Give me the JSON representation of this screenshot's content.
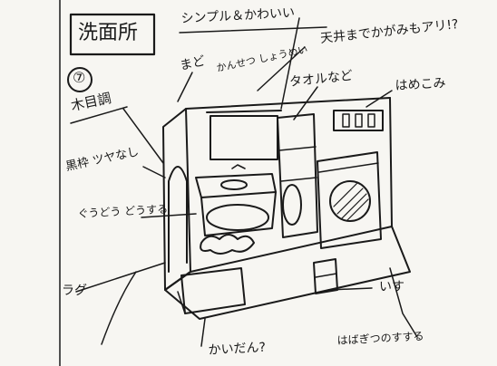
{
  "title": "洗面所",
  "concept": "シンプル＆かわいい",
  "option_label": "⑦",
  "notes": {
    "wood_grain": "木目調",
    "also": "まど",
    "mirror": "かんせつ しょうめい",
    "ceiling": "天井までかがみもアリ!?",
    "towel": "タオルなど",
    "inset": "はめこみ",
    "frame": "黒枠 ツヤなし",
    "basin": "ぐうどう どうする",
    "rug": "ラグ",
    "stairs": "かいだん?",
    "chair": "いす",
    "baseboard": "はばぎつのすする"
  },
  "icons": {
    "bottles": "bottle-icon",
    "washer": "washing-machine-icon"
  },
  "colors": {
    "ink": "#1a1a1a",
    "paper": "#f7f6f2"
  }
}
